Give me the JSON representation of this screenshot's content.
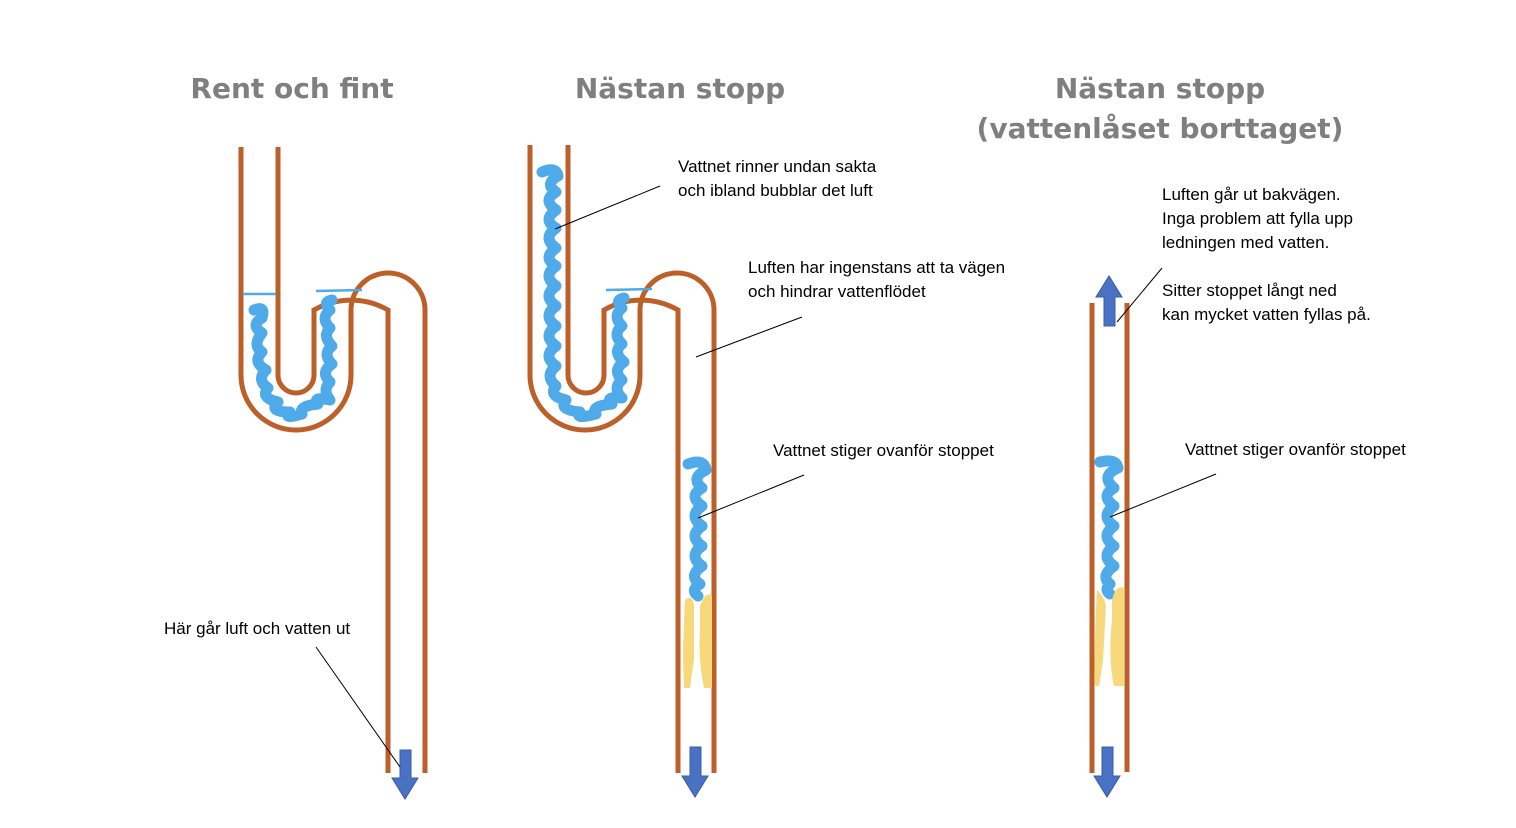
{
  "panels": [
    {
      "id": "clean",
      "title_lines": [
        "Rent och fint"
      ],
      "annotations": [
        {
          "text_lines": [
            "Här går luft och vatten ut"
          ]
        }
      ],
      "flow_arrows": [
        "down"
      ]
    },
    {
      "id": "almost-clogged",
      "title_lines": [
        "Nästan stopp"
      ],
      "annotations": [
        {
          "text_lines": [
            "Vattnet rinner undan sakta",
            "och ibland bubblar det luft"
          ]
        },
        {
          "text_lines": [
            "Luften har ingenstans att ta vägen",
            "och hindrar vattenflödet"
          ]
        },
        {
          "text_lines": [
            "Vattnet stiger ovanför stoppet"
          ]
        }
      ],
      "flow_arrows": [
        "down"
      ]
    },
    {
      "id": "almost-clogged-trap-removed",
      "title_lines": [
        "Nästan stopp",
        "(vattenlåset borttaget)"
      ],
      "annotations": [
        {
          "text_lines": [
            "Luften går ut bakvägen.",
            "Inga problem att fylla upp",
            "ledningen med vatten."
          ]
        },
        {
          "text_lines": [
            " Sitter stoppet långt ned",
            "kan mycket vatten fyllas på."
          ]
        },
        {
          "text_lines": [
            "Vattnet stiger ovanför stoppet"
          ]
        }
      ],
      "flow_arrows": [
        "up",
        "down"
      ]
    }
  ],
  "colors": {
    "pipe": "#bd5f29",
    "water": "#4eaae8",
    "clog": "#f7d97b",
    "arrow": "#4a72c4",
    "title": "#7f7f7f"
  }
}
